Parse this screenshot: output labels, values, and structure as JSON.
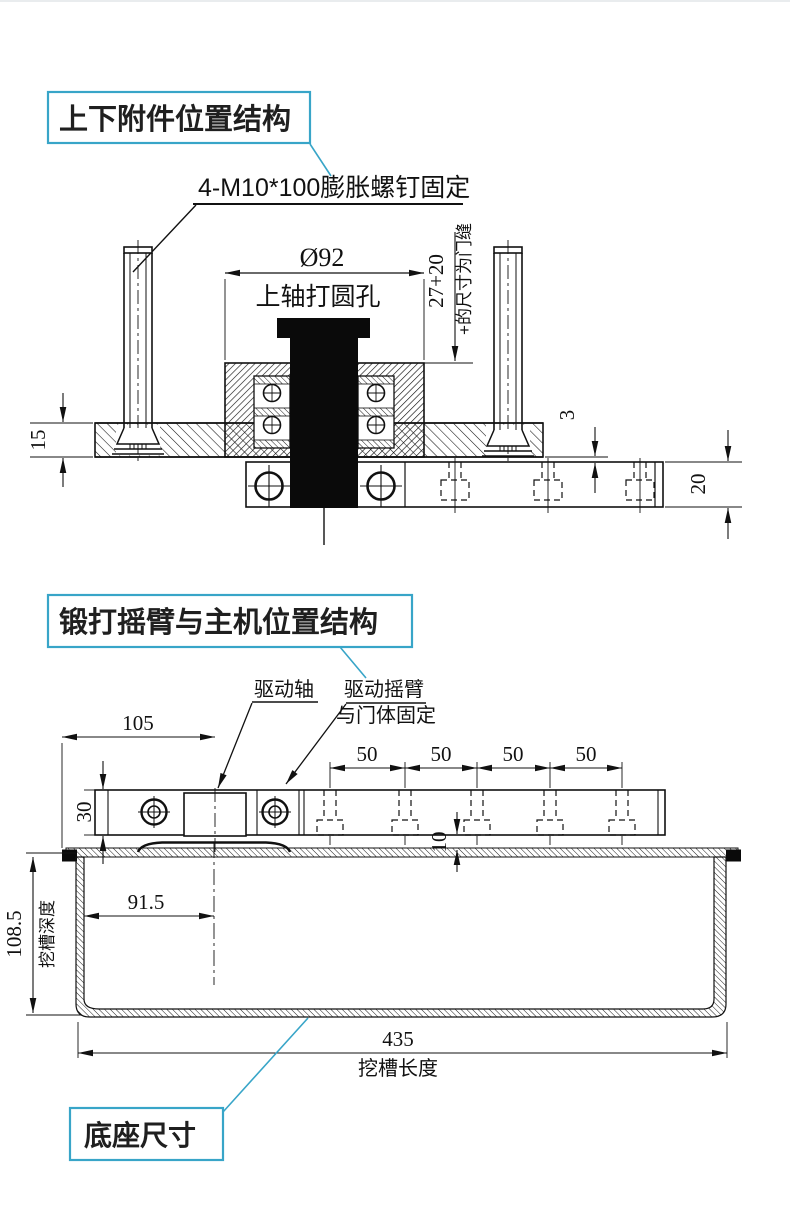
{
  "accent_color": "#38a5c8",
  "line_color": "#111111",
  "diagram1": {
    "title": "上下附件位置结构",
    "callout_bolt": "4-M10*100膨胀螺钉固定",
    "dim_diameter": "Ø92",
    "hole_label": "上轴打圆孔",
    "dim_stack": "27+20",
    "stack_note": "+的尺寸为门缝",
    "dim_plate_thickness": "15",
    "dim_clearance": "3",
    "dim_arm_thickness": "20"
  },
  "diagram2": {
    "title": "锻打摇臂与主机位置结构",
    "label_drive_shaft": "驱动轴",
    "label_rocker_arm_line1": "驱动摇臂",
    "label_rocker_arm_line2": "与门体固定",
    "dim_offset": "105",
    "dim_bolt_spacing": [
      "50",
      "50",
      "50",
      "50"
    ],
    "dim_arm_height": "30",
    "dim_plate_gap": "10",
    "dim_center_offset": "91.5",
    "dim_groove_depth": "108.5",
    "groove_depth_label": "挖槽深度",
    "dim_groove_length": "435",
    "groove_length_label": "挖槽长度",
    "base_callout": "底座尺寸"
  }
}
